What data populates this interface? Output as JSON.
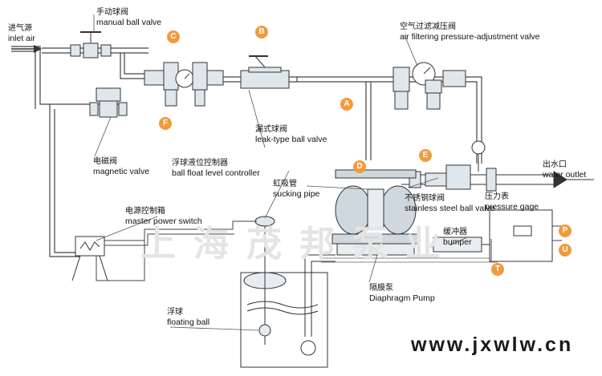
{
  "labels": {
    "inlet_air": {
      "zh": "进气源",
      "en": "inlet air"
    },
    "manual_ball_valve": {
      "zh": "手动球阀",
      "en": "manual ball valve"
    },
    "air_filter_regulator": {
      "zh": "空气过滤减压阀",
      "en": "air filtering pressure-adjustment valve"
    },
    "magnetic_valve": {
      "zh": "电磁阀",
      "en": "magnetic valve"
    },
    "leak_type_ball_valve": {
      "zh": "漏式球阀",
      "en": "leak-type ball valve"
    },
    "ball_float_level_controller": {
      "zh": "浮球液位控制器",
      "en": "ball float level controller"
    },
    "sucking_pipe": {
      "zh": "虹吸管",
      "en": "sucking pipe"
    },
    "water_outlet": {
      "zh": "出水口",
      "en": "water outlet"
    },
    "stainless_steel_ball_valve": {
      "zh": "不锈钢球阀",
      "en": "stainless steel ball valve"
    },
    "pressure_gage": {
      "zh": "压力表",
      "en": "pressure gage"
    },
    "master_power_switch": {
      "zh": "电源控制箱",
      "en": "master power switch"
    },
    "bumper": {
      "zh": "缓冲器",
      "en": "bumper"
    },
    "diaphragm_pump": {
      "zh": "隔膜泵",
      "en": "Diaphragm Pump"
    },
    "floating_ball": {
      "zh": "浮球",
      "en": "floating ball"
    }
  },
  "badges": {
    "A": {
      "text": "A",
      "color": "#f29a3c"
    },
    "B": {
      "text": "B",
      "color": "#f29a3c"
    },
    "C": {
      "text": "C",
      "color": "#f29a3c"
    },
    "D": {
      "text": "D",
      "color": "#f29a3c"
    },
    "E": {
      "text": "E",
      "color": "#f29a3c"
    },
    "F": {
      "text": "F",
      "color": "#f29a3c"
    },
    "P": {
      "text": "P",
      "color": "#f29a3c"
    },
    "T": {
      "text": "T",
      "color": "#f29a3c"
    },
    "U": {
      "text": "U",
      "color": "#f29a3c"
    }
  },
  "watermark": "上海茂邦泵业",
  "site": "www.jxwlw.cn"
}
